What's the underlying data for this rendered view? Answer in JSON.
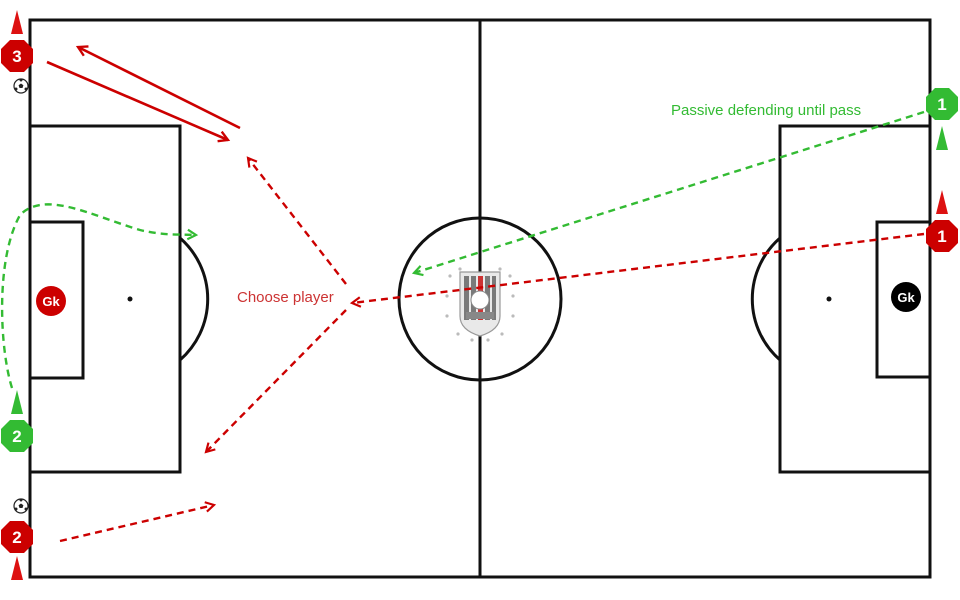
{
  "labels": {
    "passive_defending": "Passive defending until pass",
    "choose_player": "Choose player"
  },
  "badges": {
    "red_top_left": "3",
    "red_bottom_left": "2",
    "green_bottom_left": "2",
    "green_right": "1",
    "red_right": "1",
    "gk_left": "Gk",
    "gk_right": "Gk"
  },
  "colors": {
    "red": "#cc0000",
    "green": "#33bb33",
    "pitch_line": "#111111",
    "gk_right": "#000000"
  },
  "icons": {
    "ball": "soccer-ball-icon",
    "cone": "cone-icon",
    "logo": "club-crest-logo"
  }
}
